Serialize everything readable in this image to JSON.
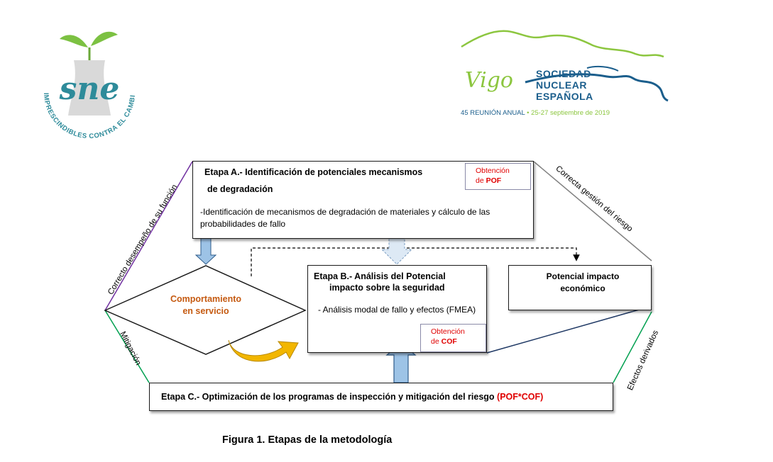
{
  "logos": {
    "sne": {
      "text": "sne",
      "ring_text": "IMPRESCINDIBLES CONTRA EL CAMBIO CLIMÁTICO"
    },
    "vigo": {
      "script_text": "Vigo",
      "org_lines": [
        "SOCIEDAD",
        "NUCLEAR",
        "ESPAÑOLA"
      ],
      "event_prefix": "45 REUNIÓN ANUAL",
      "event_bullet": "•",
      "event_dates": "25-27 septiembre de 2019"
    }
  },
  "diagram": {
    "stage_a": {
      "title_line1": "Etapa A.- Identificación de potenciales mecanismos",
      "title_line2": "de degradación",
      "description": "-Identificación de mecanismos de degradación de materiales y cálculo de las probabilidades de fallo",
      "tag_line1": "Obtención",
      "tag_prefix": "de ",
      "tag_bold": "POF"
    },
    "stage_b": {
      "title_line1": "Etapa B.- Análisis del Potencial",
      "title_line2": "impacto sobre la seguridad",
      "description": "- Análisis modal de fallo y efectos (FMEA)",
      "tag_line1": "Obtención",
      "tag_prefix": "de ",
      "tag_bold": "COF"
    },
    "stage_c": {
      "title": "Etapa C.- Optimización de los programas de inspección y mitigación del riesgo ",
      "highlight": "(POF*COF)"
    },
    "economic_impact": "Potencial impacto económico",
    "service_behavior": "Comportamiento en servicio",
    "side_labels": {
      "top_left": "Correcto desempeño de su función",
      "top_right": "Correcta gestión del riesgo",
      "bottom_left": "Mitigación",
      "bottom_right": "Efectos derivados"
    },
    "colors": {
      "purple_edge": "#7030a0",
      "green_edge": "#00a050",
      "blue_edge": "#1f3864",
      "gray_edge": "#808080",
      "service_text": "#c55a11",
      "curved_arrow": "#f2b600",
      "block_arrow": "#9dc3e6",
      "highlight_red": "#e00000"
    }
  },
  "caption": "Figura 1. Etapas de la metodología"
}
